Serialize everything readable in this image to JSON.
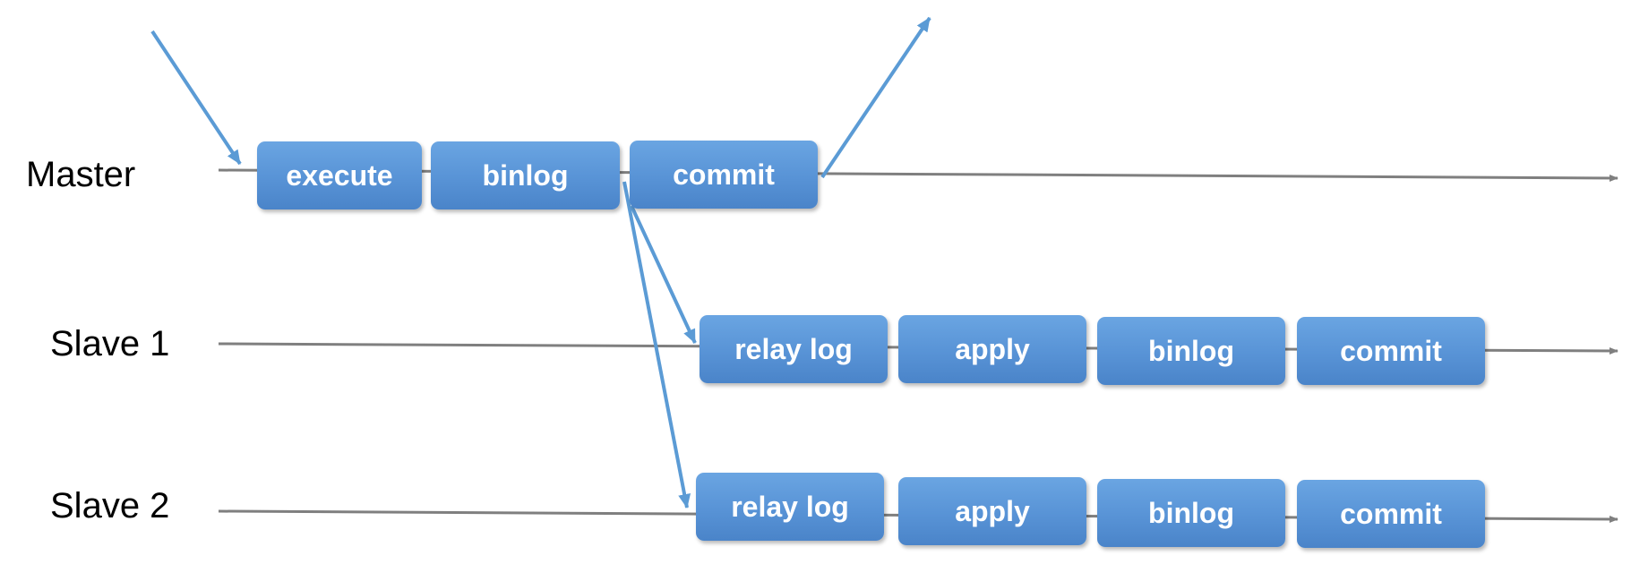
{
  "rows": {
    "master": {
      "label": "Master",
      "steps": [
        "execute",
        "binlog",
        "commit"
      ]
    },
    "slave1": {
      "label": "Slave 1",
      "steps": [
        "relay log",
        "apply",
        "binlog",
        "commit"
      ]
    },
    "slave2": {
      "label": "Slave 2",
      "steps": [
        "relay log",
        "apply",
        "binlog",
        "commit"
      ]
    }
  },
  "colors": {
    "box_fill": "#5b9bd5",
    "arrow": "#5b9bd5",
    "timeline": "#7f7f7f",
    "label_text": "#000000",
    "box_text": "#ffffff"
  }
}
